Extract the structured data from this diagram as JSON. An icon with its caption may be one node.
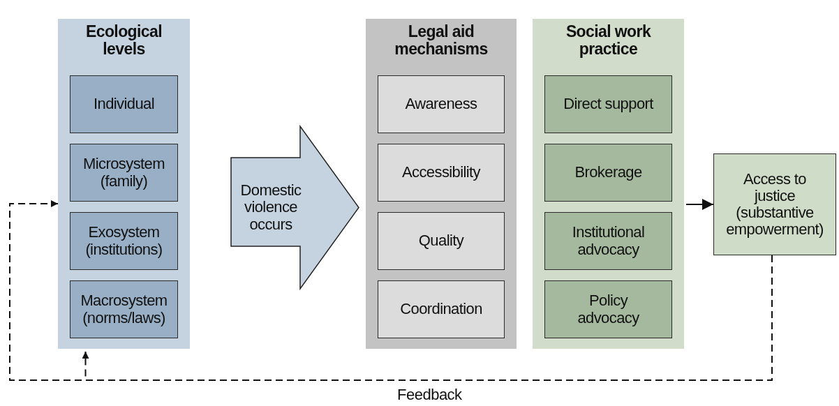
{
  "diagram": {
    "nodes": [
      {
        "text": [
          "Ecological levels"
        ]
      },
      {
        "text": [
          "Individual"
        ],
        "in": 0
      },
      {
        "text": [
          "Microsystem (family)"
        ],
        "in": 0
      },
      {
        "text": [
          "Exosystem (institutions)"
        ],
        "in": 0
      },
      {
        "text": [
          "Macrosystem (norms/laws)"
        ],
        "in": 0
      },
      {
        "text": [
          "Domestic violence occurs"
        ]
      },
      {
        "text": [
          "Legal aid mechanisms"
        ]
      },
      {
        "text": [
          "Awareness"
        ],
        "in": 6
      },
      {
        "text": [
          "Accessibility"
        ],
        "in": 6
      },
      {
        "text": [
          "Quality"
        ],
        "in": 6
      },
      {
        "text": [
          "Coordination"
        ],
        "in": 6
      },
      {
        "text": [
          "Social work practice"
        ]
      },
      {
        "text": [
          "Direct support"
        ],
        "in": 11
      },
      {
        "text": [
          "Brokerage"
        ],
        "in": 11
      },
      {
        "text": [
          "Institutional advocacy"
        ],
        "in": 11
      },
      {
        "text": [
          "Policy advocacy"
        ],
        "in": 11
      },
      {
        "text": [
          "Access to justice (substantive empowerment)"
        ]
      }
    ],
    "edges": [
      {
        "from": 11,
        "to": 16,
        "arrow": "to"
      },
      {
        "from": 16,
        "to": 0,
        "arrow": "to",
        "style": "dashed",
        "label": "Feedback"
      },
      {
        "from": 16,
        "to": 0,
        "arrow": "to",
        "style": "dashed"
      }
    ]
  }
}
